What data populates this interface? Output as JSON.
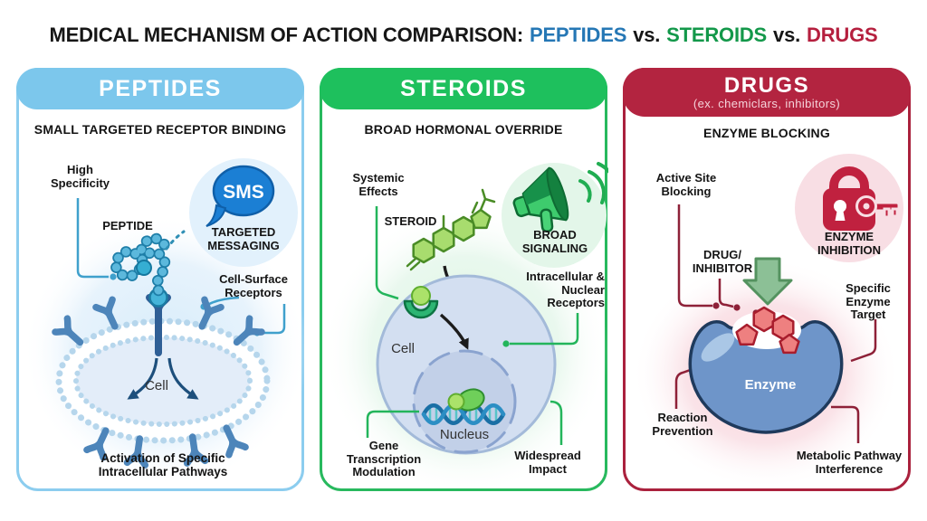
{
  "title": {
    "prefix": "MEDICAL MECHANISM OF ACTION COMPARISON:",
    "peptides": "PEPTIDES",
    "vs1": "vs.",
    "steroids": "STEROIDS",
    "vs2": "vs.",
    "drugs": "DRUGS"
  },
  "colors": {
    "title_peptides": "#2577b5",
    "title_steroids": "#13984a",
    "title_drugs": "#b51f3e",
    "peptides_header": "#7cc7ec",
    "steroids_header": "#1ec05d",
    "drugs_header": "#b32440",
    "peptide_blue": "#4a82b8",
    "steroid_green": "#a8dc6e",
    "drug_red": "#ee8080",
    "enzyme_blue": "#6e95c9"
  },
  "panels": {
    "peptides": {
      "header": "PEPTIDES",
      "subheading": "SMALL TARGETED RECEPTOR BINDING",
      "labels": {
        "high_specificity": "High\nSpecificity",
        "peptide": "PEPTIDE",
        "sms": "SMS",
        "targeted_messaging": "TARGETED\nMESSAGING",
        "cell_surface_receptors": "Cell-Surface\nReceptors",
        "cell": "Cell",
        "outcome": "Activation of Specific\nIntracellular Pathways"
      }
    },
    "steroids": {
      "header": "STEROIDS",
      "subheading": "BROAD HORMONAL OVERRIDE",
      "labels": {
        "systemic_effects": "Systemic\nEffects",
        "steroid": "STEROID",
        "broad_signaling": "BROAD\nSIGNALING",
        "intracellular_nuclear_receptors": "Intracellular &\nNuclear\nReceptors",
        "cell": "Cell",
        "nucleus": "Nucleus",
        "gene_transcription": "Gene\nTranscription\nModulation",
        "widespread_impact": "Widespread\nImpact"
      }
    },
    "drugs": {
      "header": "DRUGS",
      "header_subtitle": "(ex. chemiclars, inhibitors)",
      "subheading": "ENZYME BLOCKING",
      "labels": {
        "active_site_blocking": "Active Site\nBlocking",
        "enzyme_inhibition": "ENZYME\nINHIBITION",
        "drug_inhibitor": "DRUG/\nINHIBITOR",
        "specific_enzyme_target": "Specific\nEnzyme\nTarget",
        "enzyme": "Enzyme",
        "reaction_prevention": "Reaction\nPrevention",
        "metabolic_pathway_interference": "Metabolic Pathway\nInterference"
      }
    }
  }
}
